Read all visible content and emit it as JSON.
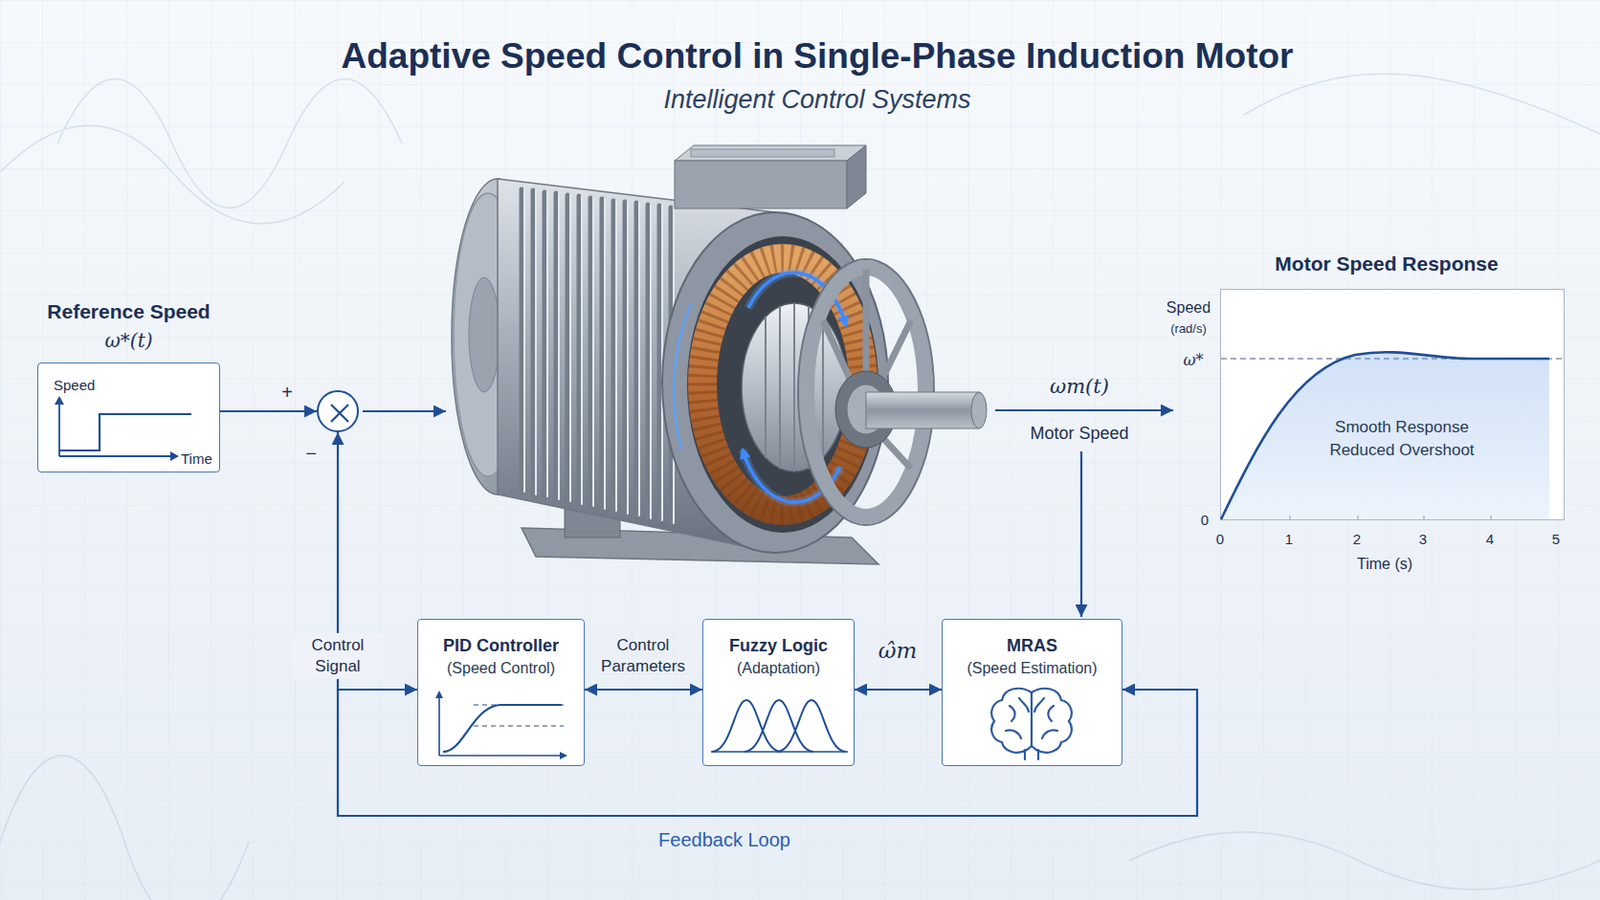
{
  "diagram": {
    "title": "Adaptive Speed Control in Single-Phase Induction Motor",
    "nodes": [
      {
        "text": [
          "Reference Speed",
          "ω*(t)",
          "Speed",
          "Time"
        ]
      },
      {
        "text": [
          "+",
          "−"
        ]
      },
      {
        "text": [
          "Motor Speed Response",
          "Smooth Response Reduced Overshoot"
        ]
      },
      {
        "text": [
          "PID Controller",
          "(Speed Control)"
        ]
      },
      {
        "text": [
          "Fuzzy Logic",
          "(Adaptation)"
        ]
      },
      {
        "text": [
          "MRAS",
          "(Speed Estimation)"
        ]
      }
    ],
    "edges": [
      {
        "from": 0,
        "to": 1,
        "arrow": "to"
      },
      {
        "from": 3,
        "to": 4,
        "label": "Control Parameters",
        "arrow": "both"
      },
      {
        "from": 4,
        "to": 5,
        "label": "ω̂m",
        "arrow": "both"
      },
      {
        "from": 5,
        "to": 3,
        "label": "Feedback Loop",
        "arrow": "both"
      },
      {
        "from": 3,
        "to": 1,
        "label": "Control Signal",
        "arrow": "to"
      }
    ],
    "labels": [
      "Intelligent Control Systems",
      "ωm(t)",
      "Motor Speed",
      "Speed",
      "(rad/s)",
      "ω*",
      "0",
      "0",
      "1",
      "2",
      "3",
      "4",
      "5",
      "Time (s)"
    ]
  }
}
